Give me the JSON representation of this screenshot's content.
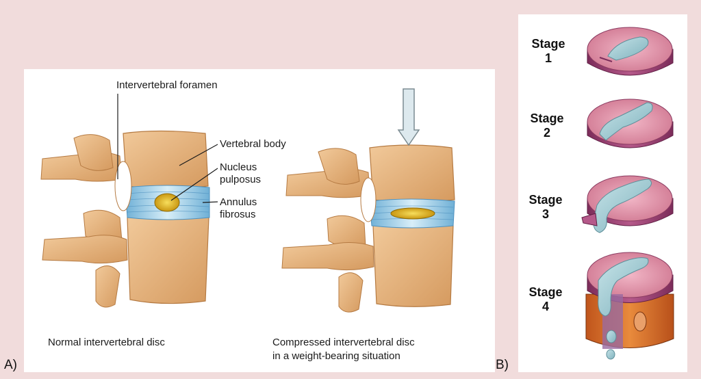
{
  "panel_a": {
    "letter": "A)",
    "labels": {
      "foramen": "Intervertebral foramen",
      "body": "Vertebral body",
      "nucleus_1": "Nucleus",
      "nucleus_2": "pulposus",
      "annulus_1": "Annulus",
      "annulus_2": "fibrosus"
    },
    "caption_normal": "Normal intervertebral disc",
    "caption_compressed_1": "Compressed intervertebral disc",
    "caption_compressed_2": "in a weight-bearing situation"
  },
  "panel_b": {
    "letter": "B)",
    "stages": [
      {
        "word": "Stage",
        "num": "1"
      },
      {
        "word": "Stage",
        "num": "2"
      },
      {
        "word": "Stage",
        "num": "3"
      },
      {
        "word": "Stage",
        "num": "4"
      }
    ]
  },
  "colors": {
    "background": "#f1dcdc",
    "bone": "#e8b987",
    "bone_shadow": "#c98c55",
    "disc": "#a9d6ec",
    "nucleus": "#e9c22a",
    "herniated_nucleus": "#9fc8d0",
    "annulus_top": "#d9839c",
    "disc_side": "#a24b78"
  }
}
